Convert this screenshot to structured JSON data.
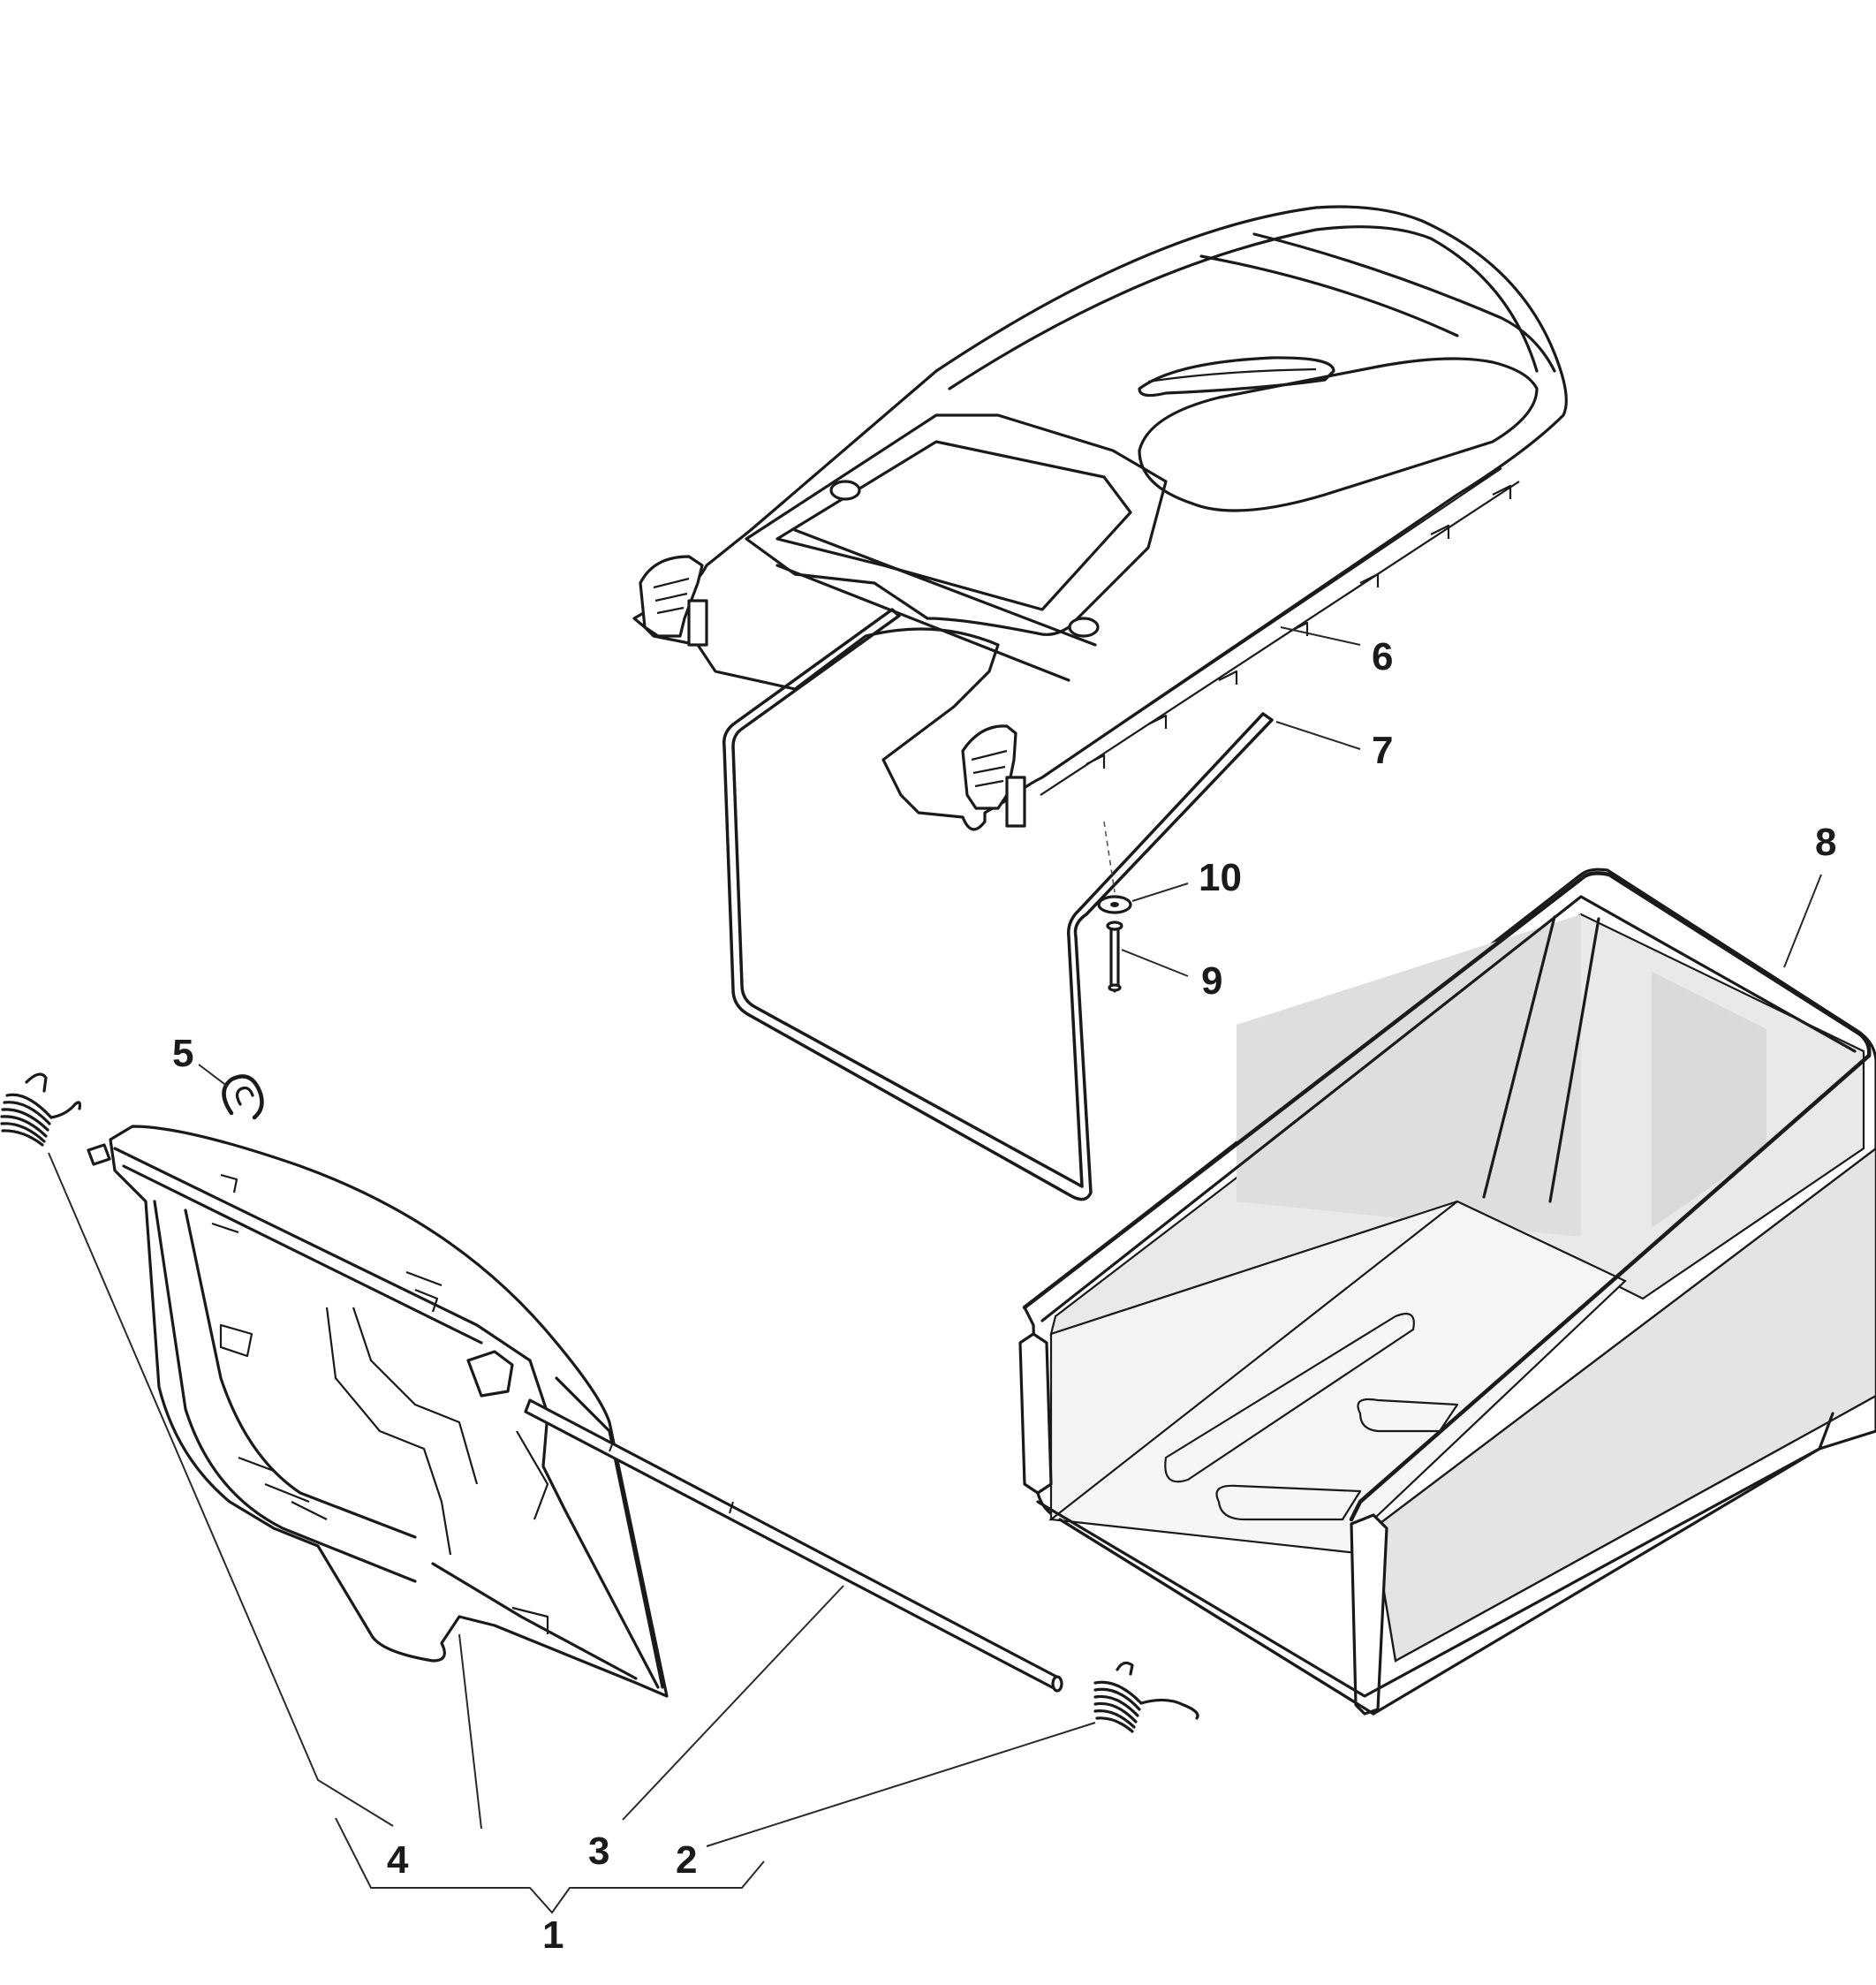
{
  "labels": {
    "l1": "1",
    "l2": "2",
    "l3": "3",
    "l4": "4",
    "l5": "5",
    "l6": "6",
    "l7": "7",
    "l8": "8",
    "l9": "9",
    "l10": "10"
  },
  "colors": {
    "line": "#1a1a1a",
    "bag_fill_light": "#efefef",
    "bag_fill_mid": "#e2e2e2",
    "bag_fill_dark": "#d6d6d6"
  }
}
